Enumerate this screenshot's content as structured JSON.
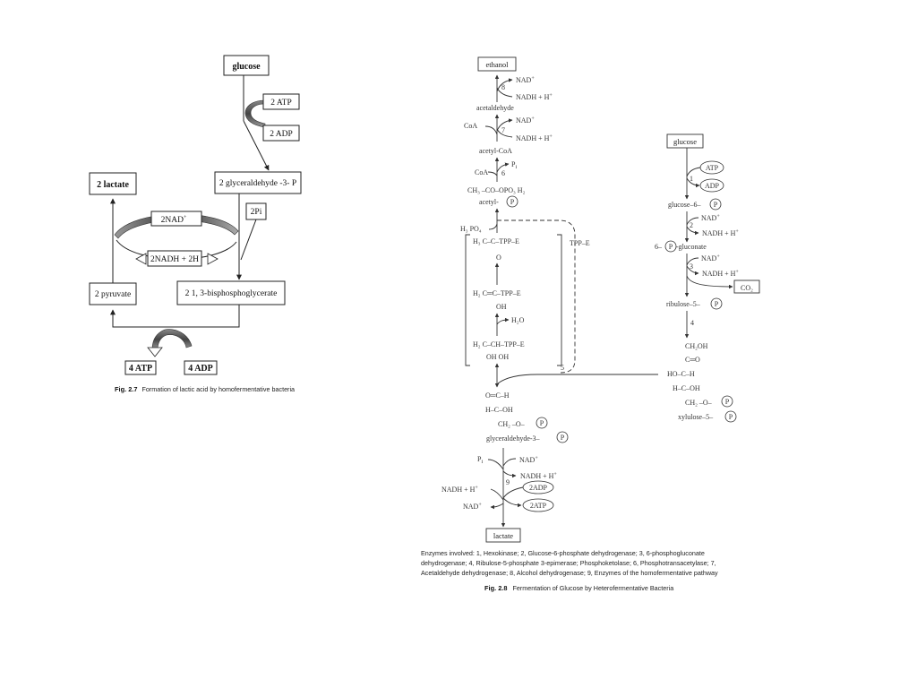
{
  "fig27": {
    "glucose": "glucose",
    "atp_in": "2 ATP",
    "adp_out": "2 ADP",
    "lactate": "2 lactate",
    "glyceraldehyde": "2 glyceraldehyde -3- P",
    "nad": "2NAD",
    "nad_sup": "+",
    "pi": "2Pi",
    "nadh": "2NADH + 2H",
    "pyruvate": "2 pyruvate",
    "bpg": "2 1, 3-bisphosphoglycerate",
    "atp_out": "4 ATP",
    "adp_in": "4 ADP",
    "caption_label": "Fig. 2.7",
    "caption_text": "Formation of lactic acid by homofermentative bacteria"
  },
  "fig28": {
    "ethanol": "ethanol",
    "nad_plus": "NAD",
    "nadh_h": "NADH + H",
    "sup_plus": "+",
    "acetaldehyde": "acetaldehyde",
    "coa": "CoA",
    "acetyl_coa": "acetyl-CoA",
    "pi": "P",
    "pi_sub": "i",
    "acetyl_p_formula": "CH₃ –CO–OPO₃ H₂",
    "acetyl_p": "acetyl-",
    "p_circle": "P",
    "h3po4": "H₃ PO₄",
    "tpp_e": "TPP–E",
    "tpp1": "H₃ C–C–TPP–E",
    "tpp1_o": "O",
    "tpp2": "H₂ C═C–TPP–E",
    "tpp2_oh": "OH",
    "h2o": "H₂O",
    "tpp3": "H₂ C–CH–TPP–E",
    "tpp3_ohoh": "OH OH",
    "g3p_1": "O═C–H",
    "g3p_2": "H–C–OH",
    "g3p_3": "CH₂ –O–",
    "g3p_name": "glyceraldehyde-3–",
    "lactate": "lactate",
    "adp2": "2ADP",
    "atp2": "2ATP",
    "glucose": "glucose",
    "atp": "ATP",
    "adp": "ADP",
    "g6p": "glucose–6–",
    "gluconate_pre": "6–",
    "gluconate": "-gluconate",
    "co2": "CO₂",
    "ribulose": "ribulose–5–",
    "xyl_1": "CH₂OH",
    "xyl_2": "C═O",
    "xyl_3": "HO–C–H",
    "xyl_4": "H–C–OH",
    "xyl_5": "CH₂ –O–",
    "xylulose": "xylulose–5–",
    "steps": [
      "1",
      "2",
      "3",
      "4",
      "5",
      "6",
      "7",
      "8",
      "9"
    ],
    "enzymes_line1": "Enzymes involved: 1, Hexokinase; 2, Glucose-6-phosphate dehydrogenase; 3, 6-phosphogluconate",
    "enzymes_line2": "dehydrogenase; 4, Ribulose-5-phosphate 3-epimerase; Phosphoketolase; 6, Phosphotransacetylase; 7,",
    "enzymes_line3": "Acetaldehyde dehydrogenase; 8, Alcohol dehydrogenase; 9, Enzymes of the homofermentative pathway",
    "caption_label": "Fig. 2.8",
    "caption_text": "Fermentation of Glucose by Heterofermentative Bacteria"
  }
}
